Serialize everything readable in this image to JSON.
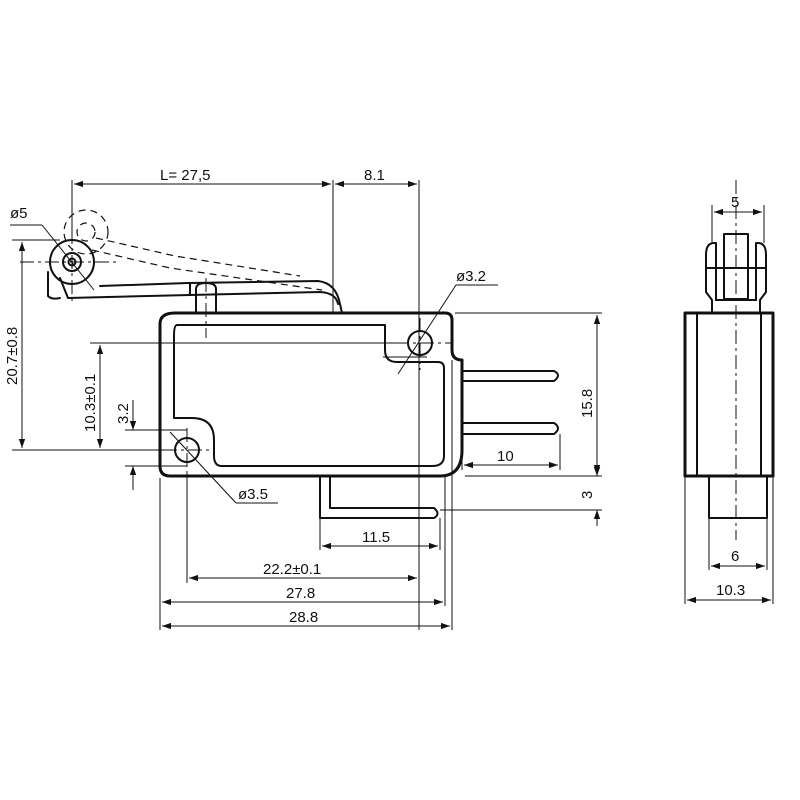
{
  "labels": {
    "lever_length": "L= 27,5",
    "lever_offset": "8.1",
    "roller_dia": "ø5",
    "hole_dia_top": "ø3.2",
    "hole_dia_bottom": "ø3.5",
    "total_height": "20.7±0.8",
    "hole_height": "10.3±0.1",
    "hole_offset": "3.2",
    "body_height": "15.8",
    "terminal_length": "10",
    "bottom_terminal_offset": "3",
    "bottom_terminal_length": "11.5",
    "hole_spacing": "22.2±0.1",
    "body_length": "27.8",
    "overall_length": "28.8",
    "side_roller_width": "5",
    "side_plunger_width": "6",
    "side_body_width": "10.3"
  }
}
